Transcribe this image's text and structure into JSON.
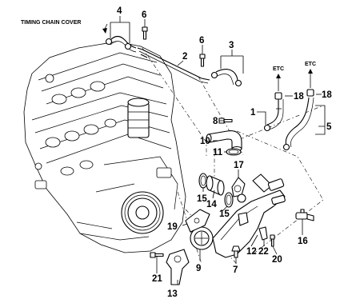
{
  "labels": {
    "timing_chain_cover": "TIMING CHAIN COVER",
    "etc_left": "ETC",
    "etc_right": "ETC"
  },
  "callouts": {
    "c1": "1",
    "c2": "2",
    "c3": "3",
    "c4": "4",
    "c5": "5",
    "c6a": "6",
    "c6b": "6",
    "c7": "7",
    "c8": "8",
    "c9": "9",
    "c10": "10",
    "c11": "11",
    "c12": "12",
    "c13": "13",
    "c14": "14",
    "c15a": "15",
    "c15b": "15",
    "c16": "16",
    "c17": "17",
    "c18a": "18",
    "c18b": "18",
    "c19": "19",
    "c20": "20",
    "c21": "21",
    "c22": "22"
  }
}
